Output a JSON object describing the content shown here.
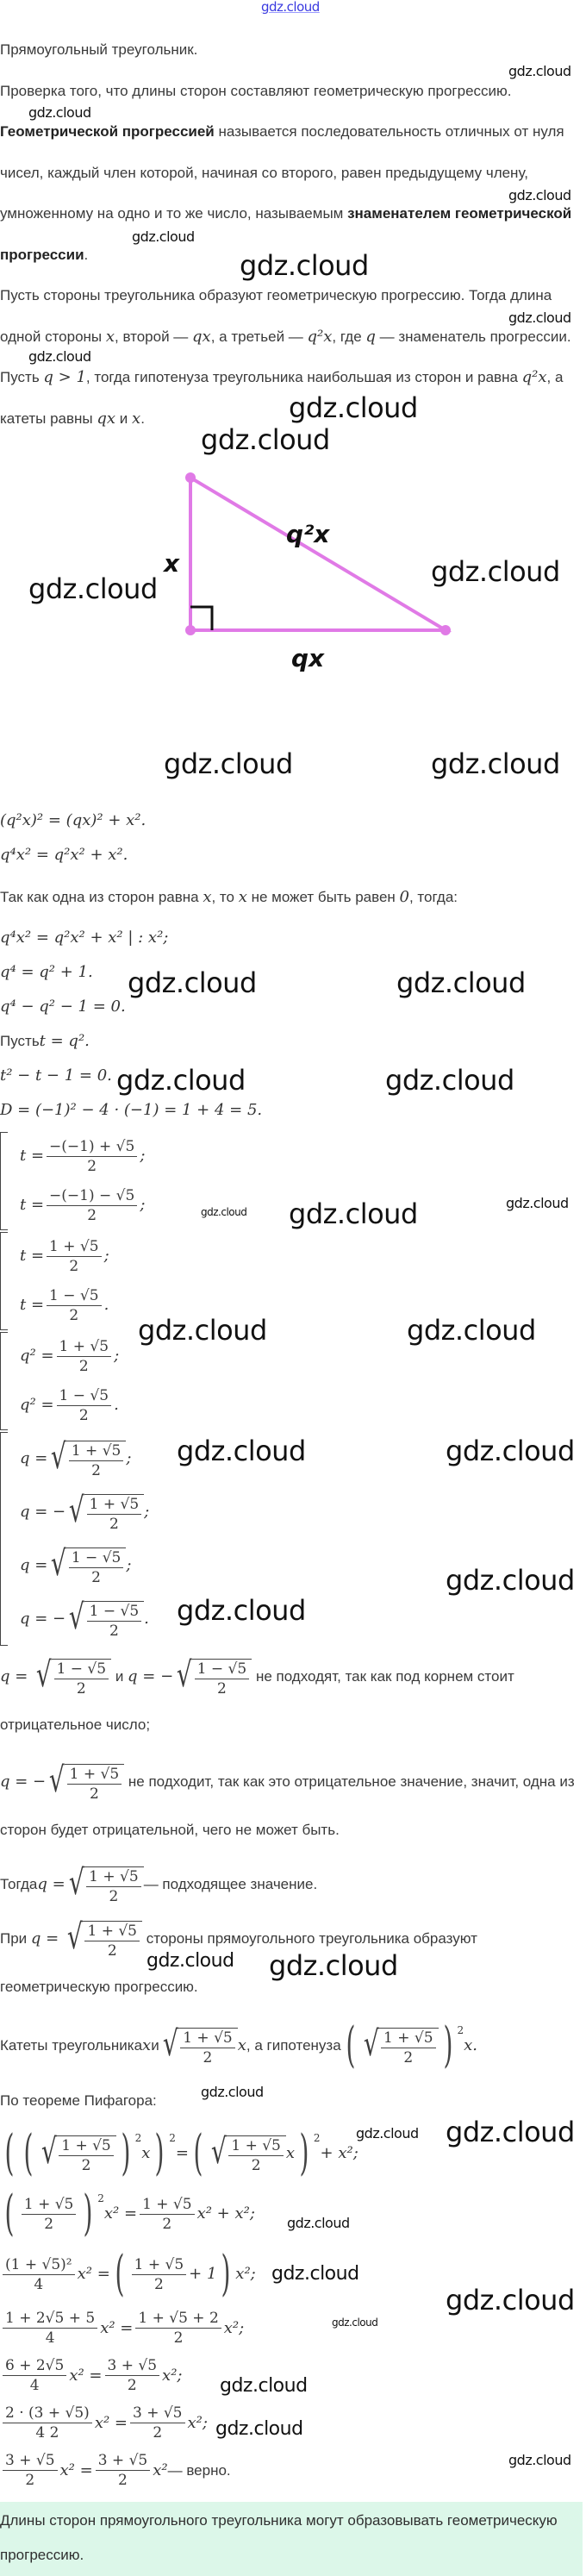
{
  "watermark": "gdz.cloud",
  "accent_color": "#e07ae6",
  "answer_bg": "#dcf7e9",
  "blocks": [
    {
      "type": "p",
      "segs": [
        {
          "t": "Прямоугольный треугольник."
        }
      ]
    },
    {
      "type": "p",
      "segs": [
        {
          "t": "Проверка того, что длины сторон составляют геометрическую прогрессию."
        }
      ]
    },
    {
      "type": "p",
      "segs": [
        {
          "b": "Геометрической прогрессией"
        },
        {
          "t": " называется последовательность отличных от нуля чисел, каждый член которой, начиная со второго, равен предыдущему члену, умноженному на одно и то же число, называемым "
        },
        {
          "b": "знаменателем геометрической прогрессии"
        },
        {
          "t": "."
        }
      ]
    },
    {
      "type": "p",
      "segs": [
        {
          "t": "Пусть стороны треугольника образуют геометрическую прогрессию. Тогда длина одной стороны "
        },
        {
          "m": "x"
        },
        {
          "t": ", второй — "
        },
        {
          "m": "qx"
        },
        {
          "t": ", а третьей — "
        },
        {
          "m": "q²x"
        },
        {
          "t": ", где "
        },
        {
          "m": "q"
        },
        {
          "t": " — знаменатель прогрессии."
        }
      ]
    },
    {
      "type": "p",
      "segs": [
        {
          "t": "Пусть "
        },
        {
          "m": "q > 1"
        },
        {
          "t": ", тогда гипотенуза треугольника наибольшая из сторон и равна "
        },
        {
          "m": "q²x"
        },
        {
          "t": ", а катеты равны "
        },
        {
          "m": "qx"
        },
        {
          "t": " и "
        },
        {
          "m": "x"
        },
        {
          "t": "."
        }
      ]
    },
    {
      "type": "diagram",
      "labels": {
        "left": "x",
        "bottom": "qx",
        "hyp": "q²x"
      }
    },
    {
      "type": "eq",
      "segs": [
        {
          "m": "(q²x)² = (qx)² + x²."
        }
      ]
    },
    {
      "type": "eq",
      "segs": [
        {
          "m": "q⁴x² = q²x² + x²."
        }
      ]
    },
    {
      "type": "p",
      "segs": [
        {
          "t": "Так как одна из сторон равна "
        },
        {
          "m": "x"
        },
        {
          "t": ", то "
        },
        {
          "m": "x"
        },
        {
          "t": " не может быть равен "
        },
        {
          "m": "0"
        },
        {
          "t": ", тогда:"
        }
      ]
    },
    {
      "type": "eq",
      "segs": [
        {
          "m": "q⁴x² = q²x² + x² | : x²;"
        }
      ]
    },
    {
      "type": "eq",
      "segs": [
        {
          "m": "q⁴ = q² + 1."
        }
      ]
    },
    {
      "type": "eq",
      "segs": [
        {
          "m": "q⁴ − q² − 1 = 0."
        }
      ]
    },
    {
      "type": "eq",
      "segs": [
        {
          "t": "Пусть "
        },
        {
          "m": "t = q²."
        }
      ]
    },
    {
      "type": "eq",
      "segs": [
        {
          "m": "t² − t − 1 = 0."
        }
      ]
    },
    {
      "type": "eq",
      "segs": [
        {
          "m": "D = (−1)² − 4 · (−1) = 1 + 4 = 5."
        }
      ]
    },
    {
      "type": "sys",
      "rows": [
        [
          {
            "m": "t = "
          },
          {
            "f": [
              "−(−1) + √5",
              "2"
            ]
          },
          {
            "m": ";"
          }
        ],
        [
          {
            "m": "t = "
          },
          {
            "f": [
              "−(−1) − √5",
              "2"
            ]
          },
          {
            "m": ";"
          }
        ]
      ]
    },
    {
      "type": "sys",
      "rows": [
        [
          {
            "m": "t = "
          },
          {
            "f": [
              "1 + √5",
              "2"
            ]
          },
          {
            "m": ";"
          }
        ],
        [
          {
            "m": "t = "
          },
          {
            "f": [
              "1 − √5",
              "2"
            ]
          },
          {
            "m": "."
          }
        ]
      ]
    },
    {
      "type": "sys",
      "rows": [
        [
          {
            "m": "q² = "
          },
          {
            "f": [
              "1 + √5",
              "2"
            ]
          },
          {
            "m": ";"
          }
        ],
        [
          {
            "m": "q² = "
          },
          {
            "f": [
              "1 − √5",
              "2"
            ]
          },
          {
            "m": "."
          }
        ]
      ]
    },
    {
      "type": "sys",
      "rows": [
        [
          {
            "m": "q = "
          },
          {
            "r": [
              "1 + √5",
              "2"
            ]
          },
          {
            "m": ";"
          }
        ],
        [
          {
            "m": "q = −"
          },
          {
            "r": [
              "1 + √5",
              "2"
            ]
          },
          {
            "m": ";"
          }
        ],
        [
          {
            "m": "q = "
          },
          {
            "r": [
              "1 − √5",
              "2"
            ]
          },
          {
            "m": ";"
          }
        ],
        [
          {
            "m": "q = −"
          },
          {
            "r": [
              "1 − √5",
              "2"
            ]
          },
          {
            "m": "."
          }
        ]
      ]
    },
    {
      "type": "eq",
      "segs": [
        {
          "m": "q = "
        },
        {
          "r": [
            "1 − √5",
            "2"
          ]
        },
        {
          "t": " и "
        },
        {
          "m": "q = −"
        },
        {
          "r": [
            "1 − √5",
            "2"
          ]
        },
        {
          "t": " не подходят, так как под корнем стоит отрицательное число;"
        }
      ]
    },
    {
      "type": "eq",
      "segs": [
        {
          "m": "q = −"
        },
        {
          "r": [
            "1 + √5",
            "2"
          ]
        },
        {
          "t": " не подходит, так как это отрицательное значение, значит, одна из сторон будет отрицательной, чего не может быть."
        }
      ]
    },
    {
      "type": "eq",
      "segs": [
        {
          "t": "Тогда "
        },
        {
          "m": "q = "
        },
        {
          "r": [
            "1 + √5",
            "2"
          ]
        },
        {
          "t": " — подходящее значение."
        }
      ]
    },
    {
      "type": "eq",
      "segs": [
        {
          "t": "При "
        },
        {
          "m": "q = "
        },
        {
          "r": [
            "1 + √5",
            "2"
          ]
        },
        {
          "t": " стороны прямоугольного треугольника образуют геометрическую прогрессию."
        }
      ]
    },
    {
      "type": "eq",
      "segs": [
        {
          "t": "Катеты треугольника "
        },
        {
          "m": "x"
        },
        {
          "t": " и "
        },
        {
          "r": [
            "1 + √5",
            "2"
          ]
        },
        {
          "m": "x"
        },
        {
          "t": ", а гипотенуза "
        },
        {
          "g": [
            {
              "r": [
                "1 + √5",
                "2"
              ]
            }
          ],
          "e": "2"
        },
        {
          "m": " x."
        }
      ]
    },
    {
      "type": "p",
      "segs": [
        {
          "t": "По теореме Пифагора:"
        }
      ]
    },
    {
      "type": "eq",
      "segs": [
        {
          "g": [
            {
              "g": [
                {
                  "r": [
                    "1 + √5",
                    "2"
                  ]
                }
              ],
              "e": "2"
            },
            {
              "m": "x"
            }
          ],
          "e": "2"
        },
        {
          "m": " = "
        },
        {
          "g": [
            {
              "r": [
                "1 + √5",
                "2"
              ]
            },
            {
              "m": "x"
            }
          ],
          "e": "2"
        },
        {
          "m": " + x²;"
        }
      ]
    },
    {
      "type": "eq",
      "segs": [
        {
          "g": [
            {
              "f": [
                "1 + √5",
                "2"
              ]
            }
          ],
          "e": "2"
        },
        {
          "m": " x² = "
        },
        {
          "f": [
            "1 + √5",
            "2"
          ]
        },
        {
          "m": "x² + x²;"
        }
      ]
    },
    {
      "type": "eq",
      "segs": [
        {
          "f": [
            "(1 + √5)²",
            "4"
          ]
        },
        {
          "m": "x² = "
        },
        {
          "g": [
            {
              "f": [
                "1 + √5",
                "2"
              ]
            },
            {
              "m": " + 1"
            }
          ],
          "e": ""
        },
        {
          "m": " x²;"
        }
      ]
    },
    {
      "type": "eq",
      "segs": [
        {
          "f": [
            "1 + 2√5 + 5",
            "4"
          ]
        },
        {
          "m": "x² = "
        },
        {
          "f": [
            "1 + √5 + 2",
            "2"
          ]
        },
        {
          "m": "x²;"
        }
      ]
    },
    {
      "type": "eq",
      "segs": [
        {
          "f": [
            "6 + 2√5",
            "4"
          ]
        },
        {
          "m": "x² = "
        },
        {
          "f": [
            "3 + √5",
            "2"
          ]
        },
        {
          "m": "x²;"
        }
      ]
    },
    {
      "type": "eq",
      "segs": [
        {
          "f": [
            "2 · (3 + √5)",
            "4  2"
          ]
        },
        {
          "m": "x² = "
        },
        {
          "f": [
            "3 + √5",
            "2"
          ]
        },
        {
          "m": "x²;"
        }
      ]
    },
    {
      "type": "eq",
      "segs": [
        {
          "f": [
            "3 + √5",
            "2"
          ]
        },
        {
          "m": "x² = "
        },
        {
          "f": [
            "3 + √5",
            "2"
          ]
        },
        {
          "m": "x²"
        },
        {
          "t": " — верно."
        }
      ]
    },
    {
      "type": "answer",
      "segs": [
        {
          "t": "Длины сторон прямоугольного треугольника могут образовывать геометрическую прогрессию."
        }
      ]
    }
  ]
}
